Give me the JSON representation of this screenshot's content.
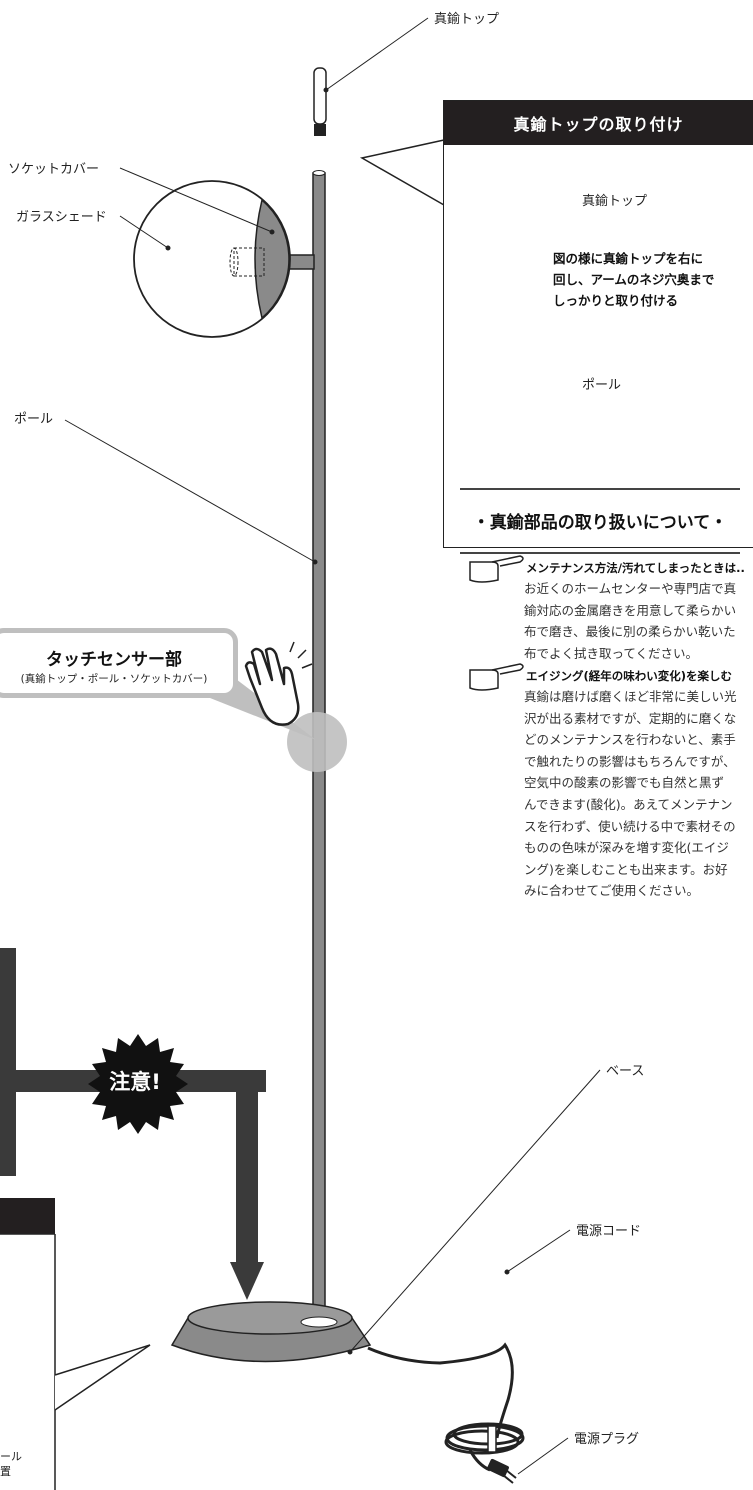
{
  "labels": {
    "brass_top": "真鍮トップ",
    "socket_cover": "ソケットカバー",
    "glass_shade": "ガラスシェード",
    "pole": "ポール",
    "base": "ベース",
    "power_cord": "電源コード",
    "power_plug": "電源プラグ"
  },
  "panel": {
    "title": "真鍮トップの取り付け",
    "brass_top_label": "真鍮トップ",
    "pole_label": "ポール",
    "instruction_lines": [
      "図の様に真鍮トップを右に",
      "回し、アームのネジ穴奥まで",
      "しっかりと取り付ける"
    ],
    "section_title": "・真鍮部品の取り扱いについて・",
    "tips": [
      {
        "title": "メンテナンス方法/汚れてしまったときは..",
        "lines": [
          "お近くのホームセンターや専門店で真",
          "鍮対応の金属磨きを用意して柔らかい",
          "布で磨き、最後に別の柔らかい乾いた",
          "布でよく拭き取ってください。"
        ]
      },
      {
        "title": "エイジング(経年の味わい変化)を楽しむ",
        "lines": [
          "真鍮は磨けば磨くほど非常に美しい光",
          "沢が出る素材ですが、定期的に磨くな",
          "どのメンテナンスを行わないと、素手",
          "で触れたりの影響はもちろんですが、",
          "空気中の酸素の影響でも自然と黒ず",
          "んできます(酸化)。あえてメンテナン",
          "スを行わず、使い続ける中で素材その",
          "ものの色味が深みを増す変化(エイジ",
          "ング)を楽しむことも出来ます。お好",
          "みに合わせてご使用ください。"
        ]
      }
    ]
  },
  "sensor": {
    "title": "タッチセンサー部",
    "subtitle": "(真鍮トップ・ポール・ソケットカバー)"
  },
  "caution": {
    "label": "注意!"
  },
  "corner_text": [
    "ール",
    "置"
  ],
  "colors": {
    "dark": "#231f20",
    "pole": "#8a8a8a",
    "sensor": "#bfbfbf"
  }
}
